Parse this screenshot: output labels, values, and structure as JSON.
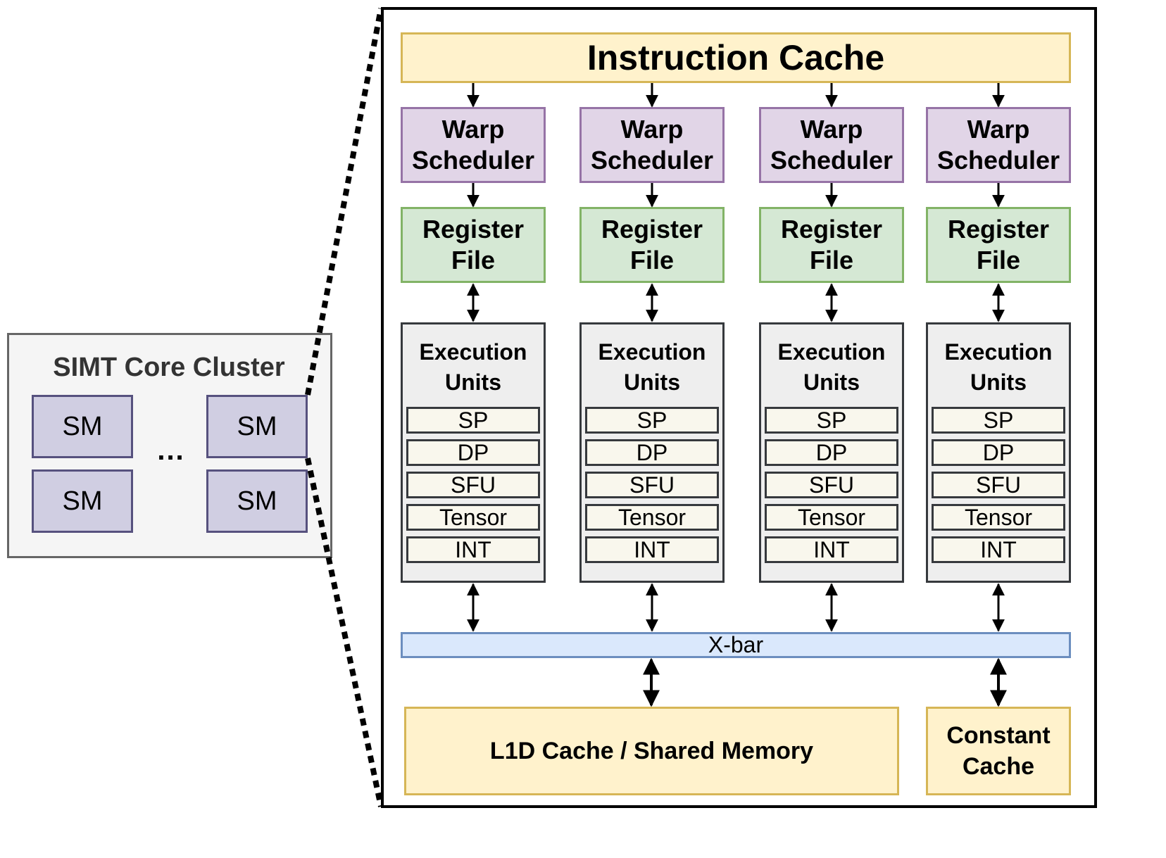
{
  "cluster": {
    "title": "SIMT Core Cluster",
    "sm_label": "SM",
    "ellipsis": "..."
  },
  "sm": {
    "instruction_cache": "Instruction Cache",
    "warp_scheduler": [
      "Warp",
      "Scheduler"
    ],
    "register_file": [
      "Register",
      "File"
    ],
    "execution_units": [
      "Execution",
      "Units"
    ],
    "units": [
      "SP",
      "DP",
      "SFU",
      "Tensor",
      "INT"
    ],
    "xbar": "X-bar",
    "l1d": "L1D Cache / Shared Memory",
    "constant_cache": [
      "Constant",
      "Cache"
    ]
  }
}
